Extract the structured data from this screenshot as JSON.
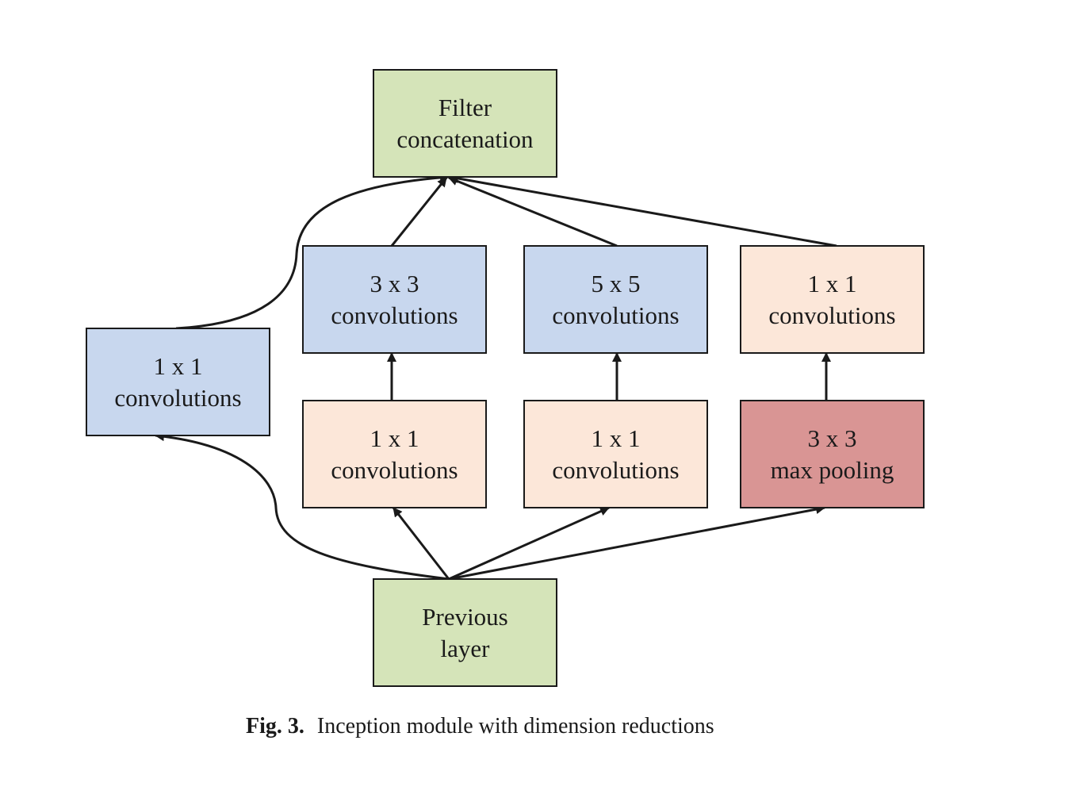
{
  "diagram": {
    "colors": {
      "green": "#d5e4b9",
      "blue": "#c8d7ee",
      "peach": "#fce7d9",
      "red": "#d99594",
      "border": "#1a1a1a",
      "arrow": "#1a1a1a"
    },
    "nodes": [
      {
        "id": "filter-concat",
        "lines": [
          "Filter",
          "concatenation"
        ],
        "color": "green"
      },
      {
        "id": "conv3x3",
        "lines": [
          "3 x 3",
          "convolutions"
        ],
        "color": "blue"
      },
      {
        "id": "conv5x5",
        "lines": [
          "5 x 5",
          "convolutions"
        ],
        "color": "blue"
      },
      {
        "id": "conv1x1-pool-proj",
        "lines": [
          "1 x 1",
          "convolutions"
        ],
        "color": "peach"
      },
      {
        "id": "conv1x1-direct",
        "lines": [
          "1 x 1",
          "convolutions"
        ],
        "color": "blue"
      },
      {
        "id": "conv1x1-reduce-3x3",
        "lines": [
          "1 x 1",
          "convolutions"
        ],
        "color": "peach"
      },
      {
        "id": "conv1x1-reduce-5x5",
        "lines": [
          "1 x 1",
          "convolutions"
        ],
        "color": "peach"
      },
      {
        "id": "maxpool3x3",
        "lines": [
          "3 x 3",
          "max pooling"
        ],
        "color": "red"
      },
      {
        "id": "previous-layer",
        "lines": [
          "Previous",
          "layer"
        ],
        "color": "green"
      }
    ],
    "edges": [
      {
        "from": "previous-layer",
        "to": "conv1x1-direct"
      },
      {
        "from": "previous-layer",
        "to": "conv1x1-reduce-3x3"
      },
      {
        "from": "previous-layer",
        "to": "conv1x1-reduce-5x5"
      },
      {
        "from": "previous-layer",
        "to": "maxpool3x3"
      },
      {
        "from": "conv1x1-reduce-3x3",
        "to": "conv3x3"
      },
      {
        "from": "conv1x1-reduce-5x5",
        "to": "conv5x5"
      },
      {
        "from": "maxpool3x3",
        "to": "conv1x1-pool-proj"
      },
      {
        "from": "conv1x1-direct",
        "to": "filter-concat"
      },
      {
        "from": "conv3x3",
        "to": "filter-concat"
      },
      {
        "from": "conv5x5",
        "to": "filter-concat"
      },
      {
        "from": "conv1x1-pool-proj",
        "to": "filter-concat"
      }
    ]
  },
  "caption": {
    "label": "Fig. 3.",
    "text": "Inception module with dimension reductions"
  }
}
